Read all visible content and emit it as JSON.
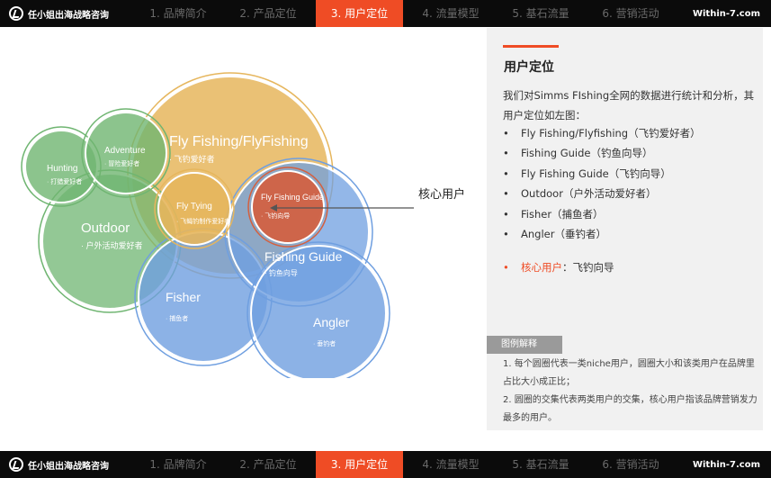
{
  "header": {
    "brand": "任小姐出海战略咨询",
    "site": "Within-7.com",
    "tabs": [
      "1. 品牌简介",
      "2. 产品定位",
      "3. 用户定位",
      "4. 流量模型",
      "5. 基石流量",
      "6. 营销活动"
    ],
    "active_tab": 2
  },
  "venn": {
    "circles": [
      {
        "name": "Fly Fishing/FlyFishing",
        "sub": "· 飞钓爱好者",
        "color": "#e6b65d"
      },
      {
        "name": "Adventure",
        "sub": "· 冒险爱好者",
        "color": "#6fb571"
      },
      {
        "name": "Hunting",
        "sub": "· 打猎爱好者",
        "color": "#6fb571"
      },
      {
        "name": "Outdoor",
        "sub": "· 户外活动爱好者",
        "color": "#6fb571"
      },
      {
        "name": "Fly Tying",
        "sub": "· 飞蝇钓制作爱好者",
        "color": "#e6b65d"
      },
      {
        "name": "Fly Fishing Guide",
        "sub": "· 飞钓向导",
        "color": "#d4603f"
      },
      {
        "name": "Fishing Guide",
        "sub": "· 钓鱼向导",
        "color": "#6f9fe0"
      },
      {
        "name": "Fisher",
        "sub": "· 捕鱼者",
        "color": "#6f9fe0"
      },
      {
        "name": "Angler",
        "sub": "· 垂钓者",
        "color": "#6f9fe0"
      }
    ],
    "core_label": "核心用户"
  },
  "panel": {
    "title": "用户定位",
    "desc": "我们对Simms FIshing全网的数据进行统计和分析，其用户定位如左图：",
    "items": [
      "Fly Fishing/Flyfishing（飞钓爱好者）",
      "Fishing Guide（钓鱼向导）",
      "Fly Fishing Guide（飞钓向导）",
      "Outdoor（户外活动爱好者）",
      "Fisher（捕鱼者）",
      "Angler（垂钓者）"
    ],
    "core_key": "核心用户",
    "core_value": "：飞钓向导",
    "legend_tag": "图例解释",
    "legend_1": "1. 每个圆圈代表一类niche用户，圆圈大小和该类用户在品牌里占比大小成正比；",
    "legend_2": "2. 圆圈的交集代表两类用户的交集，核心用户指该品牌营销发力最多的用户。"
  }
}
